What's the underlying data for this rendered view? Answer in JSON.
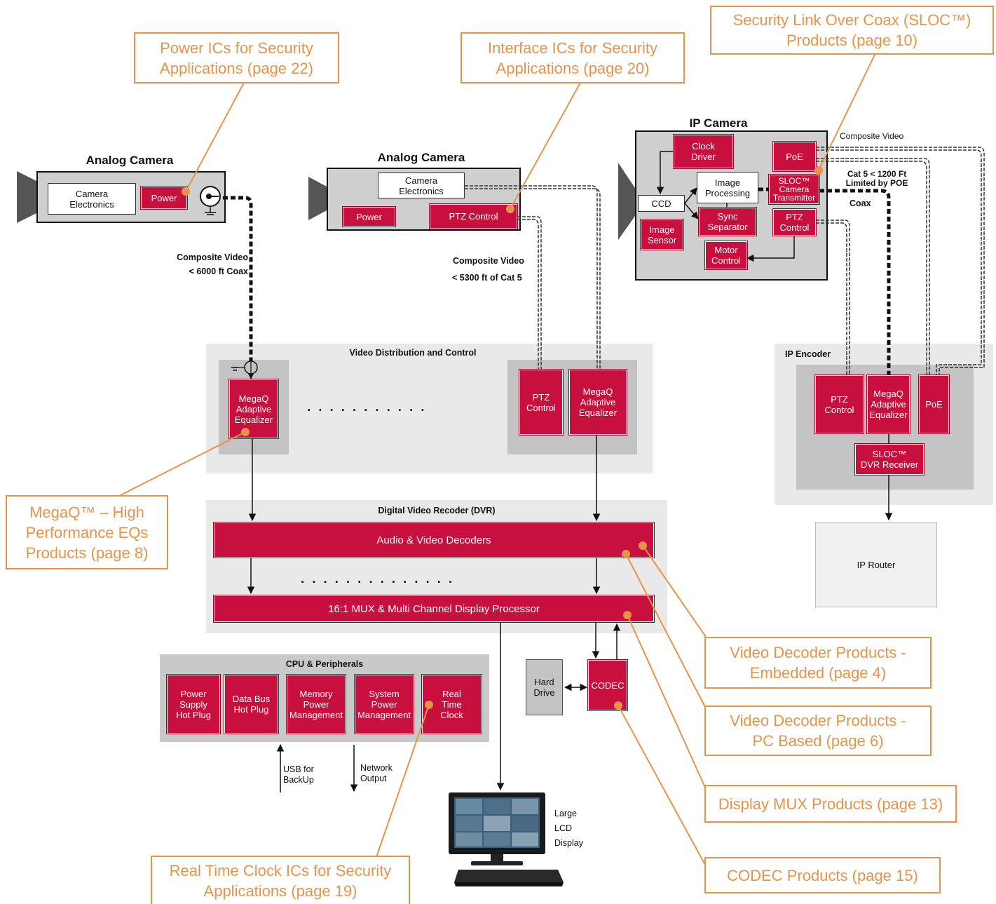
{
  "callouts": {
    "power_ics": "Power ICs for Security\nApplications (page 22)",
    "interface_ics": "Interface ICs for Security\nApplications (page 20)",
    "sloc": "Security Link Over Coax (SLOC™)\nProducts (page 10)",
    "megaq": "MegaQ™ – High\nPerformance EQs\nProducts (page 8)",
    "video_decoder_embedded": "Video Decoder Products -\nEmbedded (page 4)",
    "video_decoder_pc": "Video Decoder Products -\nPC Based (page 6)",
    "display_mux": "Display MUX Products (page 13)",
    "codec": "CODEC Products (page 15)",
    "rtc": "Real Time Clock ICs for Security\nApplications (page 19)"
  },
  "analog_camera_1": {
    "title": "Analog Camera",
    "electronics": "Camera\nElectronics",
    "power": "Power",
    "link_label": "Composite Video\n< 6000 ft Coax"
  },
  "analog_camera_2": {
    "title": "Analog Camera",
    "electronics": "Camera\nElectronics",
    "power": "Power",
    "ptz": "PTZ Control",
    "link_label_1": "Composite Video",
    "link_label_2": "< 5300 ft of Cat 5"
  },
  "ip_camera": {
    "title": "IP Camera",
    "clock_driver": "Clock\nDriver",
    "ccd": "CCD",
    "image_processing": "Image\nProcessing",
    "sync_separator": "Sync\nSeparator",
    "image_sensor": "Image\nSensor",
    "motor_control": "Motor\nControl",
    "poe": "PoE",
    "sloc_tx": "SLOC™\nCamera\nTransmitter",
    "ptz": "PTZ\nControl",
    "composite_video": "Composite Video",
    "cat5": "Cat 5 < 1200 Ft\nLimited by POE",
    "coax": "Coax"
  },
  "video_distribution": {
    "title": "Video Distribution and Control",
    "megaq_left": "MegaQ\nAdaptive\nEqualizer",
    "ptz": "PTZ\nControl",
    "megaq_right": "MegaQ\nAdaptive\nEqualizer"
  },
  "ip_encoder": {
    "title": "IP Encoder",
    "ptz": "PTZ\nControl",
    "megaq": "MegaQ\nAdaptive\nEqualizer",
    "poe": "PoE",
    "sloc_rx": "SLOC™\nDVR Receiver"
  },
  "ip_router": "IP Router",
  "dvr": {
    "title": "Digital Video Recoder (DVR)",
    "decoders": "Audio & Video Decoders",
    "mux": "16:1 MUX & Multi Channel Display Processor"
  },
  "cpu": {
    "title": "CPU & Peripherals",
    "items": [
      "Power\nSupply\nHot Plug",
      "Data Bus\nHot Plug",
      "Memory\nPower\nManagement",
      "System\nPower\nManagement",
      "Real\nTime\nClock"
    ],
    "usb": "USB for\nBackUp",
    "network": "Network\nOutput"
  },
  "hard_drive": "Hard\nDrive",
  "codec": "CODEC",
  "lcd": "Large\nLCD\nDisplay",
  "colors": {
    "accent_red": "#c8103e",
    "callout_orange": "#e8934a",
    "region_gray": "#e9e9e9",
    "inner_gray": "#c3c3c3"
  }
}
